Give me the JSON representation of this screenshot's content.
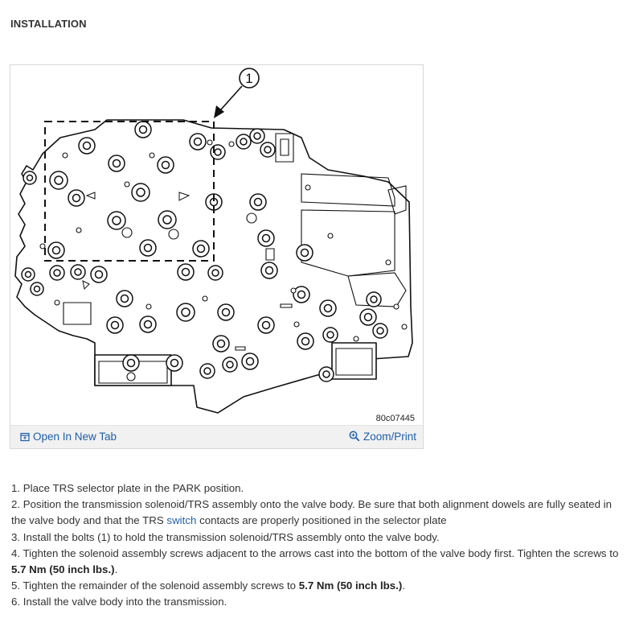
{
  "heading": "INSTALLATION",
  "figure": {
    "callout_number": "1",
    "figure_code": "80c07445",
    "open_new_tab_label": "Open In New Tab",
    "zoom_print_label": "Zoom/Print",
    "link_color": "#1f5ea8"
  },
  "steps": [
    {
      "prefix": " 1. Place TRS selector plate in the PARK position."
    },
    {
      "prefix": " 2. Position the transmission solenoid/TRS assembly onto the valve body. Be sure that both alignment dowels are fully seated in the valve body and that the TRS ",
      "link": "switch",
      "suffix": " contacts are properly positioned in the selector plate"
    },
    {
      "prefix": " 3. Install the bolts (1) to hold the transmission solenoid/TRS assembly onto the valve body."
    },
    {
      "prefix": " 4. Tighten the solenoid assembly screws adjacent to the arrows cast into the bottom of the valve body first. Tighten the screws to ",
      "bold": "5.7 Nm (50 inch lbs.)",
      "suffix": "."
    },
    {
      "prefix": " 5. Tighten the remainder of the solenoid assembly screws to ",
      "bold": "5.7 Nm (50 inch lbs.)",
      "suffix": "."
    },
    {
      "prefix": " 6. Install the valve body into the transmission."
    }
  ]
}
